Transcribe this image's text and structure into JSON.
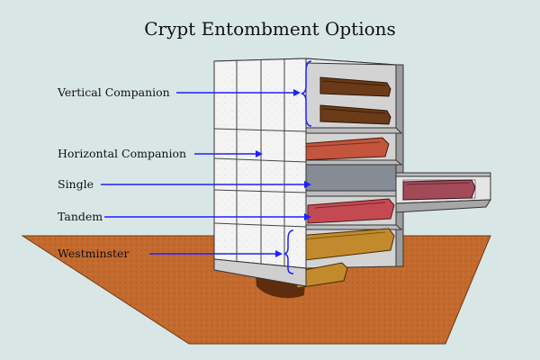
{
  "title": "Crypt Entombment Options",
  "labels": {
    "vertical_companion": "Vertical Companion",
    "horizontal_companion": "Horizontal Companion",
    "single": "Single",
    "tandem": "Tandem",
    "westminster": "Westminster"
  },
  "colors": {
    "background": "#d9e6e6",
    "arrow": "#1f1fff",
    "ground": "#c0692f",
    "wall_face": "#f1f1f1",
    "casket_dark": "#6b3a18",
    "casket_red": "#c0533c",
    "casket_rose": "#c0464d",
    "casket_gold": "#c0862a",
    "casket_slate": "#a24a57"
  }
}
